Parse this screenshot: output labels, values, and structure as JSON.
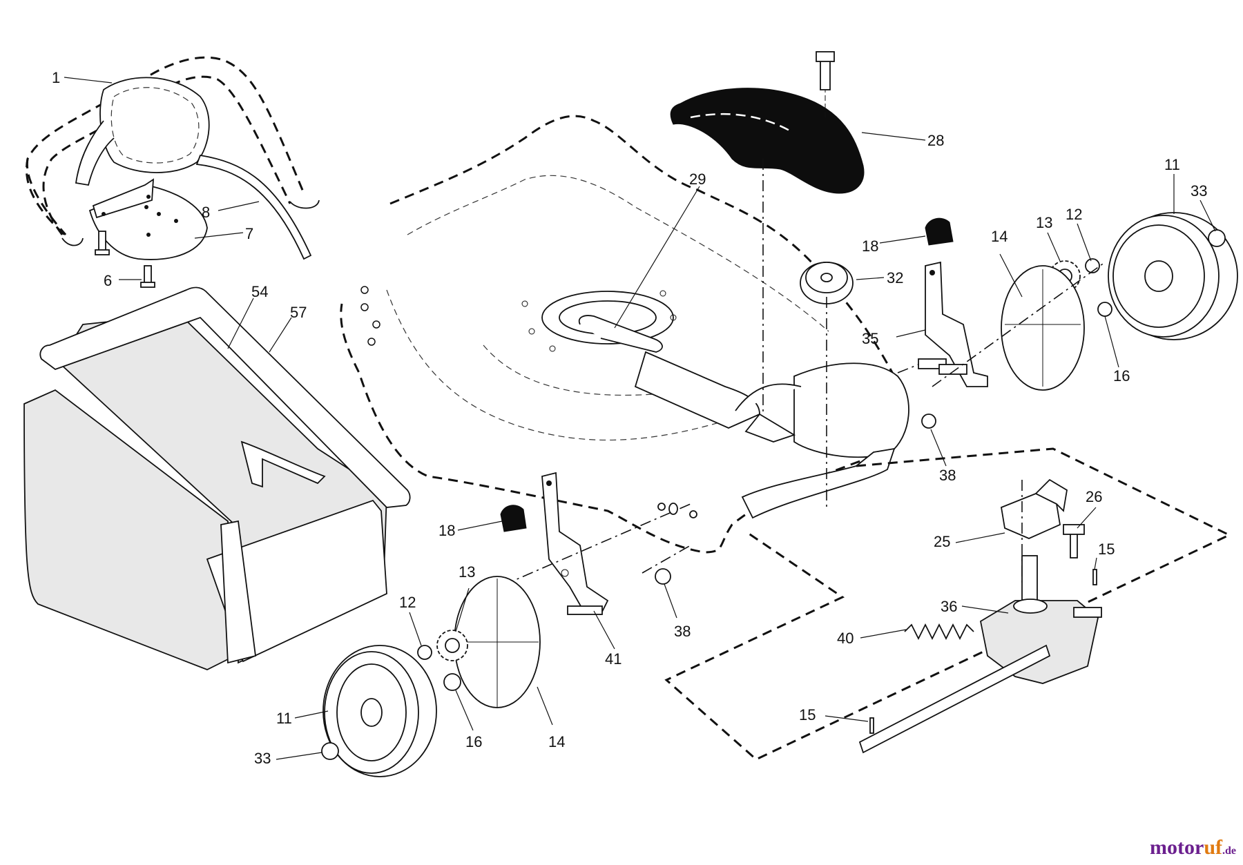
{
  "labels": {
    "p1": "1",
    "p8": "8",
    "p7": "7",
    "p6": "6",
    "p54": "54",
    "p57": "57",
    "p29": "29",
    "p28": "28",
    "p11a": "11",
    "p33a": "33",
    "p12a": "12",
    "p13a": "13",
    "p14a": "14",
    "p18a": "18",
    "p32": "32",
    "p35": "35",
    "p16a": "16",
    "p38a": "38",
    "p26": "26",
    "p25": "25",
    "p15a": "15",
    "p36": "36",
    "p40": "40",
    "p15b": "15",
    "p18b": "18",
    "p13b": "13",
    "p12b": "12",
    "p38b": "38",
    "p41": "41",
    "p11b": "11",
    "p33b": "33",
    "p16b": "16",
    "p14b": "14"
  },
  "watermark": {
    "main": "motor",
    "accent": "uf",
    "suffix": ".de"
  }
}
